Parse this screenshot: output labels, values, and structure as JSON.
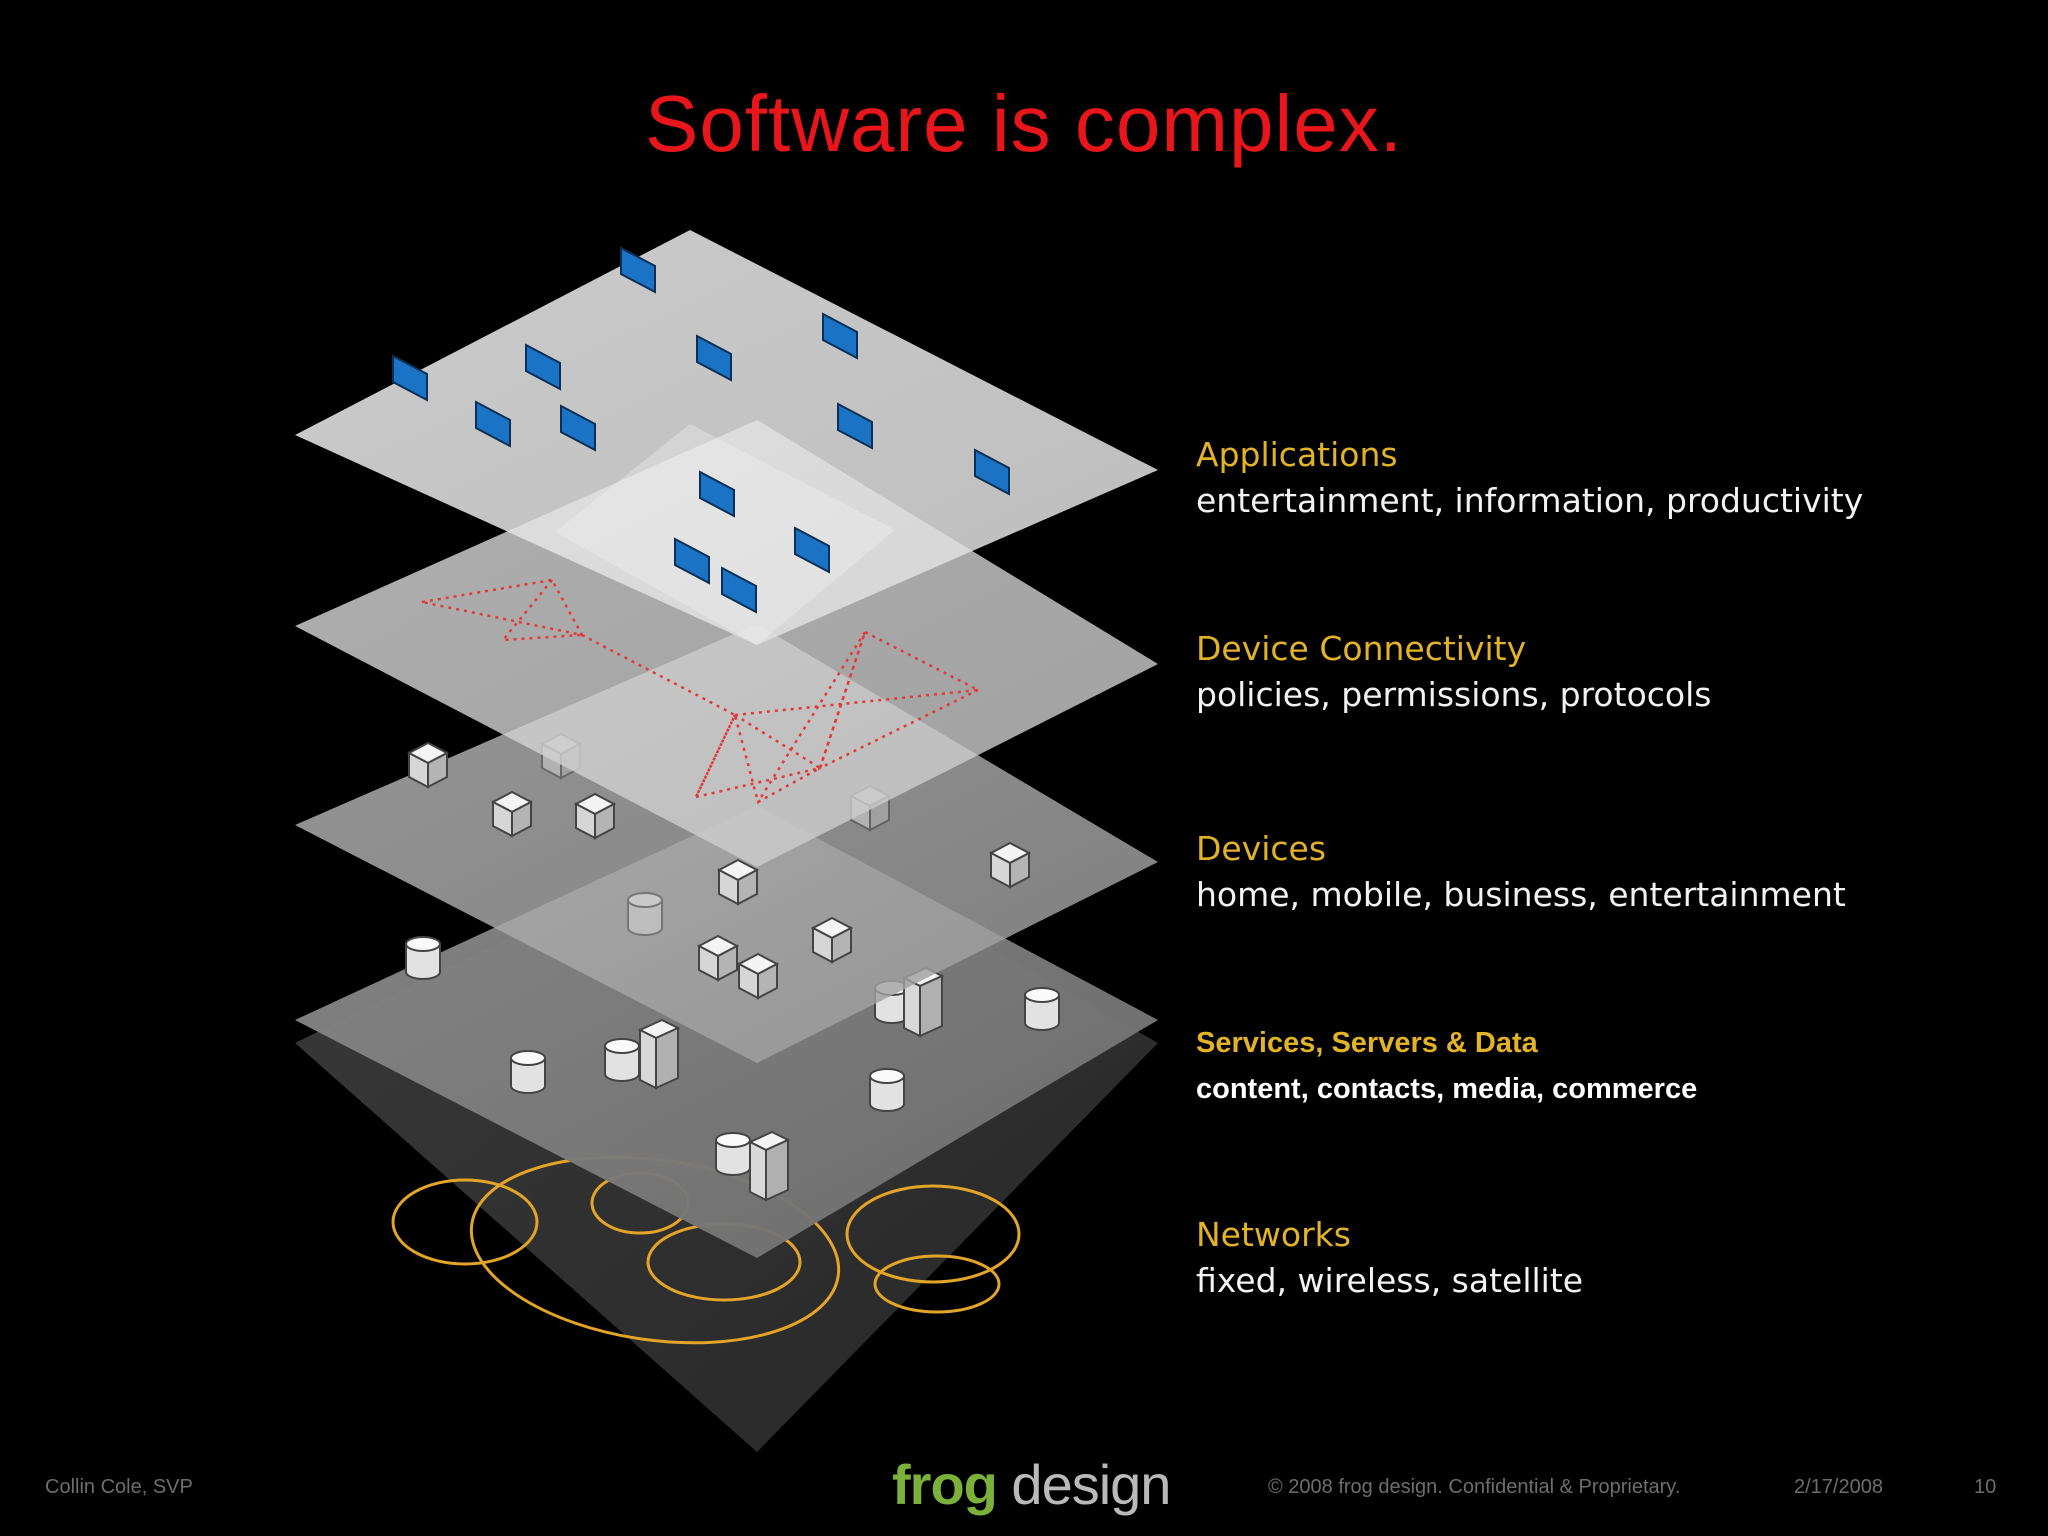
{
  "title": "Software is complex.",
  "layers": [
    {
      "title": "Applications",
      "description": "entertainment, information, productivity"
    },
    {
      "title": "Device Connectivity",
      "description": "policies, permissions, protocols"
    },
    {
      "title": "Devices",
      "description": "home, mobile, business, entertainment"
    },
    {
      "title": "Services, Servers & Data",
      "description": "content, contacts, media, commerce"
    },
    {
      "title": "Networks",
      "description": "fixed, wireless, satellite"
    }
  ],
  "footer": {
    "author": "Collin Cole, SVP",
    "logo_frog": "frog",
    "logo_design": "design",
    "copyright": "© 2008 frog design. Confidential & Proprietary.",
    "date": "2/17/2008",
    "page": "10"
  },
  "colors": {
    "title": "#e8161b",
    "label_title": "#e3b327",
    "network_rings": "#e3a527",
    "app_tiles": "#1a73c4",
    "connectivity_lines": "#e23a3a"
  }
}
